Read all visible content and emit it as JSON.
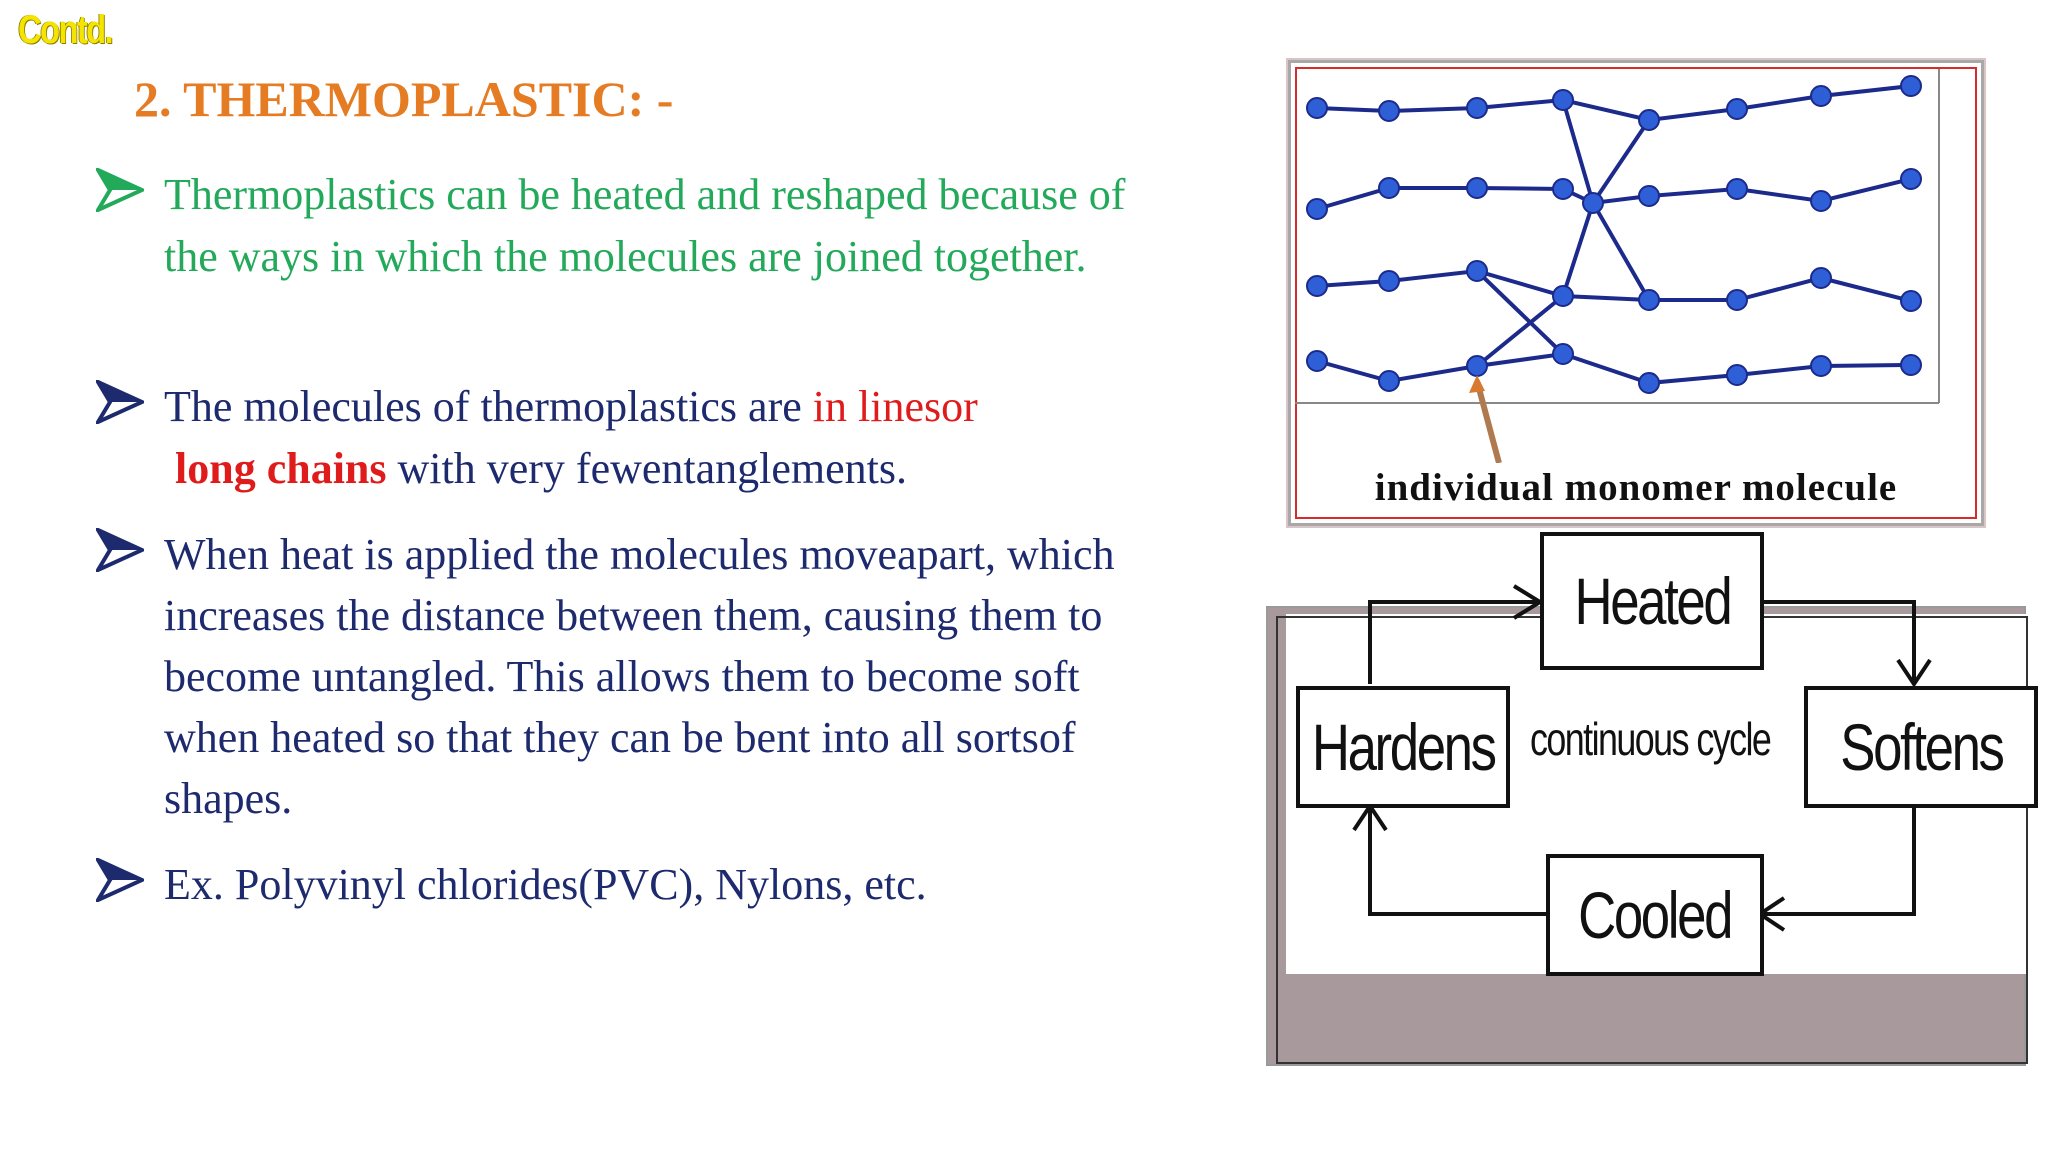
{
  "header": {
    "contd": "Contd.",
    "title": "2. THERMOPLASTIC: -"
  },
  "bullets": [
    {
      "text": "Thermoplastics can be heated and reshaped because of the ways in which the molecules are joined together."
    },
    {
      "before": "The molecules of thermoplastics are ",
      "red1": "in linesor",
      "red2": "long chains",
      "after": " with very fewentanglements."
    },
    {
      "text": "When heat is applied the molecules moveapart, which increases the distance between them, causing them to become untangled. This allows them to become soft when heated so that they can be bent into all sortsof shapes."
    },
    {
      "text": "Ex.  Polyvinyl chlorides(PVC), Nylons, etc."
    }
  ],
  "molecule_diagram": {
    "label": "individual monomer molecule"
  },
  "cycle": {
    "top": "Heated",
    "right": "Softens",
    "bottom": "Cooled",
    "left": "Hardens",
    "center": "continuous cycle"
  },
  "colors": {
    "title": "#e57b22",
    "green_text": "#23a95a",
    "red_text": "#e01b1b",
    "body_text": "#1e2a6e",
    "node": "#2f5fd6",
    "chain": "#1c2a8c"
  }
}
